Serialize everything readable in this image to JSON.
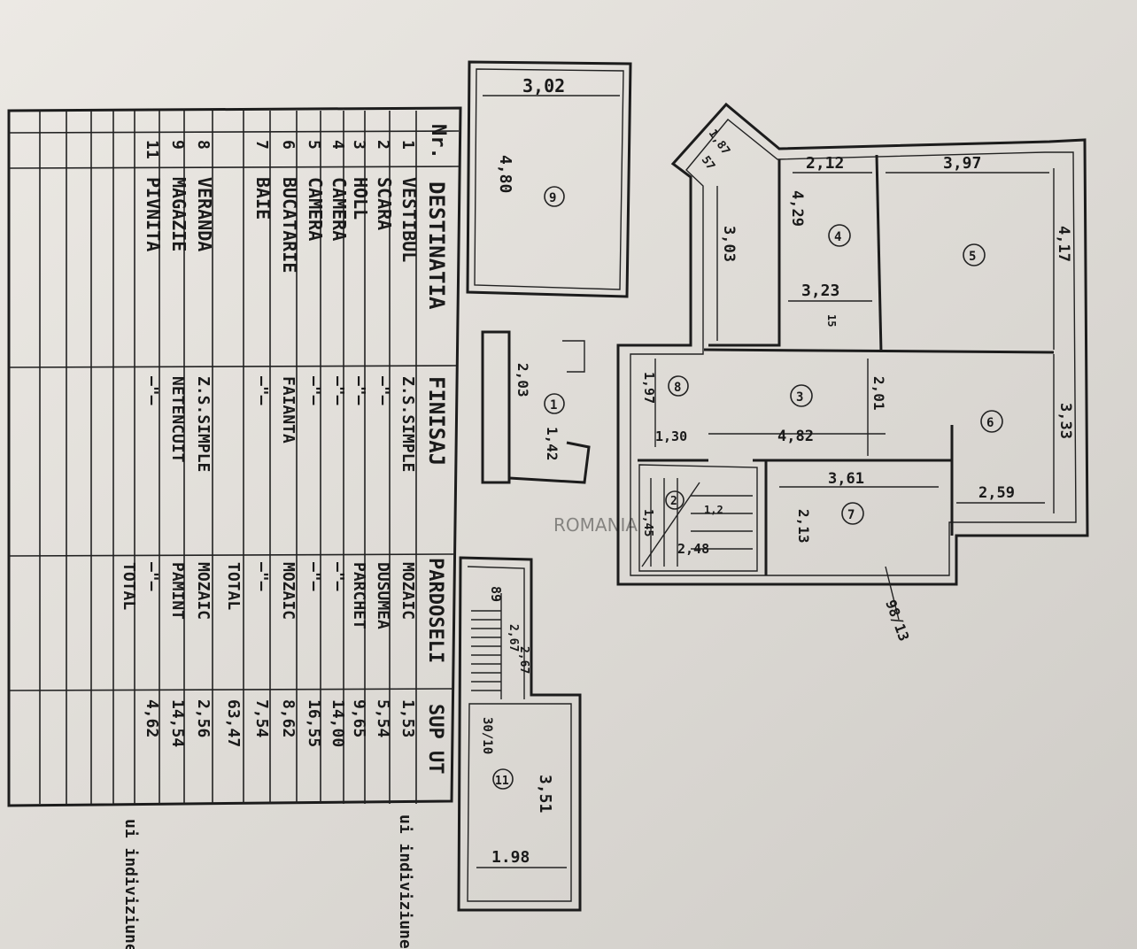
{
  "table": {
    "headers": [
      "Nr.",
      "DESTINATIA",
      "FINISAJ",
      "PARDOSELI",
      "SUP UT"
    ],
    "rows": [
      {
        "nr": "1",
        "dest": "VESTIBUL",
        "fin": "Z.S.SIMPLE",
        "pard": "MOZAIC",
        "sup": "1,53"
      },
      {
        "nr": "2",
        "dest": "SCARA",
        "fin": "—\"—",
        "pard": "DUSUMEA",
        "sup": "5,54"
      },
      {
        "nr": "3",
        "dest": "HOLL",
        "fin": "—\"—",
        "pard": "PARCHET",
        "sup": "9,65"
      },
      {
        "nr": "4",
        "dest": "CAMERA",
        "fin": "—\"—",
        "pard": "—\"—",
        "sup": "14,00"
      },
      {
        "nr": "5",
        "dest": "CAMERA",
        "fin": "—\"—",
        "pard": "—\"—",
        "sup": "16,55"
      },
      {
        "nr": "6",
        "dest": "BUCATARIE",
        "fin": "FAIANTA",
        "pard": "MOZAIC",
        "sup": "8,62"
      },
      {
        "nr": "7",
        "dest": "BAIE",
        "fin": "—\"—",
        "pard": "—\"—",
        "sup": "7,54"
      },
      {
        "nr": "",
        "dest": "",
        "fin": "",
        "pard": "TOTAL",
        "sup": "63,47"
      },
      {
        "nr": "8",
        "dest": "VERANDA",
        "fin": "Z.S.SIMPLE",
        "pard": "MOZAIC",
        "sup": "2,56"
      },
      {
        "nr": "9",
        "dest": "MAGAZIE",
        "fin": "NETENCUIT",
        "pard": "PAMINT",
        "sup": "14,54"
      },
      {
        "nr": "11",
        "dest": "PIVNITA",
        "fin": "—\"—",
        "pard": "—\"—",
        "sup": "4,62"
      },
      {
        "nr": "",
        "dest": "",
        "fin": "",
        "pard": "TOTAL",
        "sup": ""
      }
    ],
    "side_note": "ui indiviziune",
    "side_note_2": "ui indiviziune"
  },
  "plan": {
    "rooms": {
      "r1": "1",
      "r3": "3",
      "r4": "4",
      "r5": "5",
      "r6": "6",
      "r7": "7",
      "r8": "8",
      "r9": "9",
      "r11": "11",
      "r2": "2"
    },
    "dims": {
      "d9_w": "3,02",
      "d9_h": "4,80",
      "d1_h": "2,03",
      "d1_w": "1,42",
      "d8_h": "1,97",
      "d8_w": "1,30",
      "d3_w": "4,82",
      "d3_h": "2,01",
      "d4_top": "2,12",
      "d4_side": "4,29",
      "d4_bot": "3,23",
      "d4_left": "3,03",
      "d5_top": "3,97",
      "d5_side": "4,17",
      "d6_side": "3,33",
      "d6_bot": "2,59",
      "d7_top": "3,61",
      "d7_side": "2,13",
      "d2_a": "1,45",
      "d2_b": "2,48",
      "d2_c": "1,2",
      "d_diag": "1,87",
      "d_diag2": "57",
      "d_small": "15",
      "door": "98/13",
      "d11_h": "3,51",
      "d11_w": "1.98",
      "d11_stair": "30/10",
      "stair_w": "89",
      "stair_h": "2,67",
      "stair_h2": "2,67"
    },
    "watermark": "ROMANIA"
  }
}
